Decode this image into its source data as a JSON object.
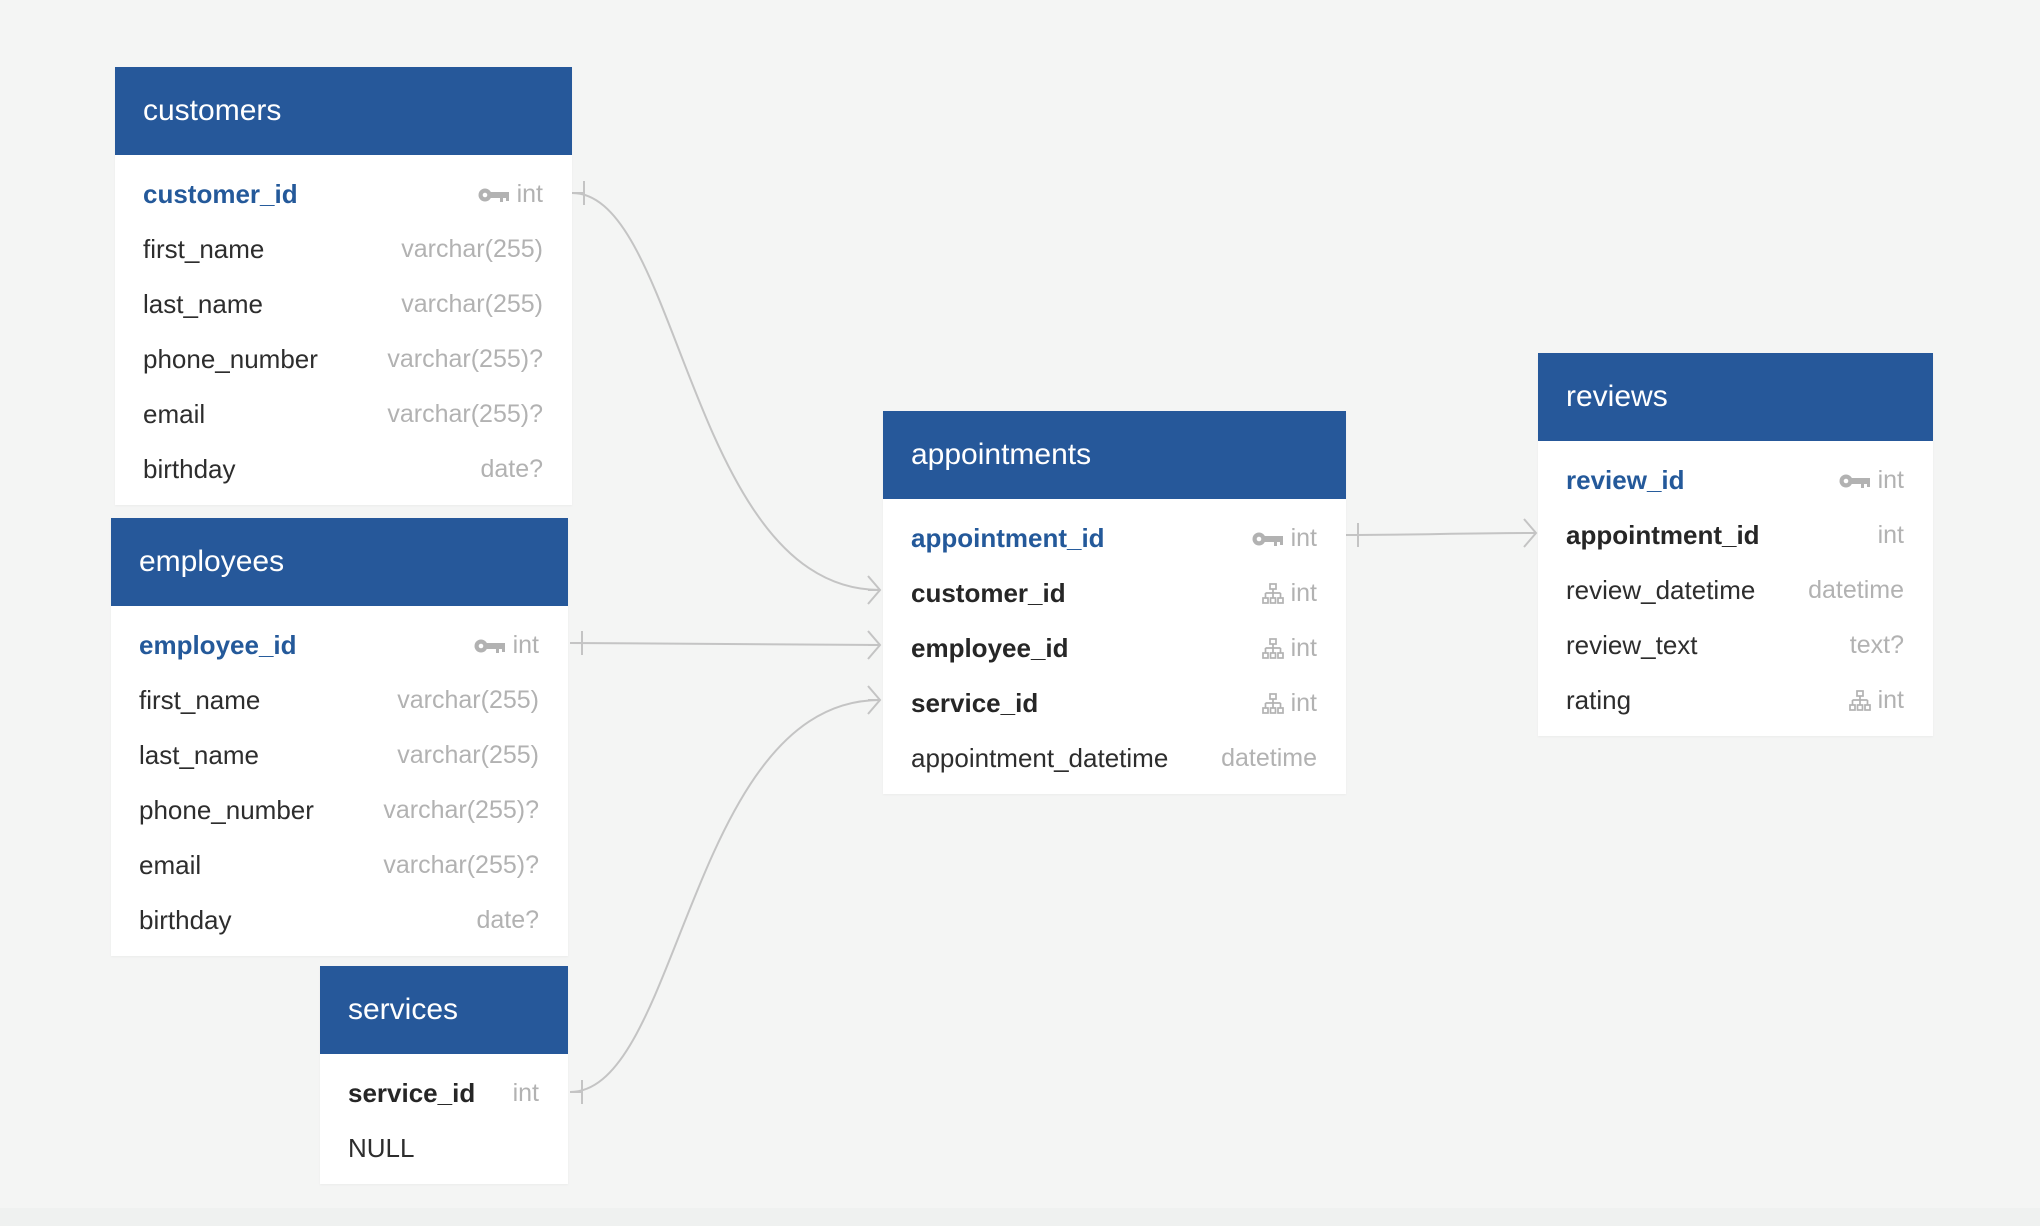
{
  "colors": {
    "canvas": "#f4f5f4",
    "header": "#26589a",
    "primary_key_text": "#24599a",
    "type_text": "#b2b2b2",
    "connector": "#c4c4c4"
  },
  "tables": {
    "customers": {
      "title": "customers",
      "fields": [
        {
          "name": "customer_id",
          "type": "int",
          "key": "primary",
          "icon": "key-icon"
        },
        {
          "name": "first_name",
          "type": "varchar(255)",
          "key": "none"
        },
        {
          "name": "last_name",
          "type": "varchar(255)",
          "key": "none"
        },
        {
          "name": "phone_number",
          "type": "varchar(255)?",
          "key": "none"
        },
        {
          "name": "email",
          "type": "varchar(255)?",
          "key": "none"
        },
        {
          "name": "birthday",
          "type": "date?",
          "key": "none"
        }
      ]
    },
    "employees": {
      "title": "employees",
      "fields": [
        {
          "name": "employee_id",
          "type": "int",
          "key": "primary",
          "icon": "key-icon"
        },
        {
          "name": "first_name",
          "type": "varchar(255)",
          "key": "none"
        },
        {
          "name": "last_name",
          "type": "varchar(255)",
          "key": "none"
        },
        {
          "name": "phone_number",
          "type": "varchar(255)?",
          "key": "none"
        },
        {
          "name": "email",
          "type": "varchar(255)?",
          "key": "none"
        },
        {
          "name": "birthday",
          "type": "date?",
          "key": "none"
        }
      ]
    },
    "services": {
      "title": "services",
      "fields": [
        {
          "name": "service_id",
          "type": "int",
          "key": "emphasis"
        },
        {
          "name": "NULL",
          "type": "",
          "key": "none"
        }
      ]
    },
    "appointments": {
      "title": "appointments",
      "fields": [
        {
          "name": "appointment_id",
          "type": "int",
          "key": "primary",
          "icon": "key-icon"
        },
        {
          "name": "customer_id",
          "type": "int",
          "key": "foreign",
          "icon": "relation-icon"
        },
        {
          "name": "employee_id",
          "type": "int",
          "key": "foreign",
          "icon": "relation-icon"
        },
        {
          "name": "service_id",
          "type": "int",
          "key": "foreign",
          "icon": "relation-icon"
        },
        {
          "name": "appointment_datetime",
          "type": "datetime",
          "key": "none"
        }
      ]
    },
    "reviews": {
      "title": "reviews",
      "fields": [
        {
          "name": "review_id",
          "type": "int",
          "key": "primary",
          "icon": "key-icon"
        },
        {
          "name": "appointment_id",
          "type": "int",
          "key": "foreign"
        },
        {
          "name": "review_datetime",
          "type": "datetime",
          "key": "none"
        },
        {
          "name": "review_text",
          "type": "text?",
          "key": "none"
        },
        {
          "name": "rating",
          "type": "int",
          "key": "none",
          "icon": "relation-icon"
        }
      ]
    }
  },
  "relationships": [
    {
      "from": "customers.customer_id",
      "to": "appointments.customer_id",
      "from_end": "one",
      "to_end": "many"
    },
    {
      "from": "employees.employee_id",
      "to": "appointments.employee_id",
      "from_end": "one",
      "to_end": "many"
    },
    {
      "from": "services.service_id",
      "to": "appointments.service_id",
      "from_end": "one",
      "to_end": "many"
    },
    {
      "from": "appointments.appointment_id",
      "to": "reviews.appointment_id",
      "from_end": "one",
      "to_end": "many"
    }
  ]
}
